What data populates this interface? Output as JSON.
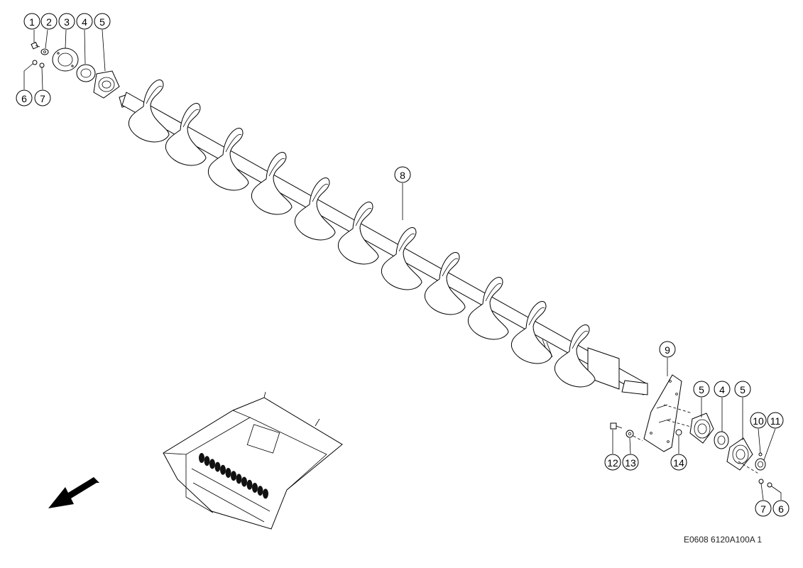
{
  "diagram": {
    "callouts": [
      {
        "label": "1"
      },
      {
        "label": "2"
      },
      {
        "label": "3"
      },
      {
        "label": "4"
      },
      {
        "label": "5"
      },
      {
        "label": "6"
      },
      {
        "label": "7"
      },
      {
        "label": "8"
      },
      {
        "label": "9"
      },
      {
        "label": "5"
      },
      {
        "label": "4"
      },
      {
        "label": "5"
      },
      {
        "label": "10"
      },
      {
        "label": "11"
      },
      {
        "label": "12"
      },
      {
        "label": "13"
      },
      {
        "label": "14"
      },
      {
        "label": "7"
      },
      {
        "label": "6"
      }
    ],
    "reference_code": "E0608 6120A100A 1"
  }
}
